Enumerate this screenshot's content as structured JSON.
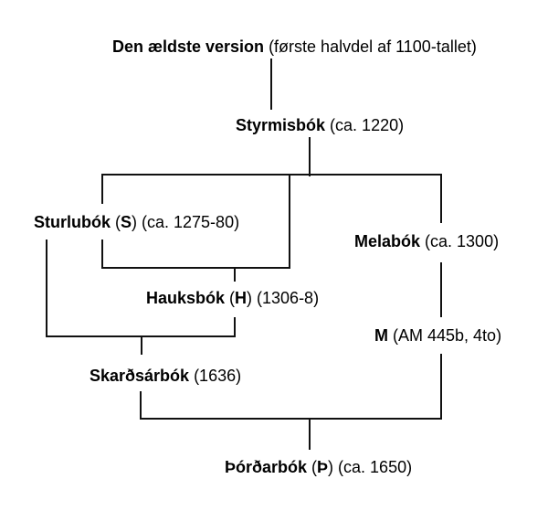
{
  "diagram": {
    "description": "Stemma (manuscript family tree) of versions of an Icelandic text",
    "background_color": "#ffffff",
    "line_color": "#111111",
    "text_color": "#000000"
  },
  "nodes": {
    "oldest": {
      "name": "Den ældste version",
      "open": "",
      "sigil": "",
      "close": " (første halvdel af 1100-tallet)"
    },
    "styrmisbok": {
      "name": "Styrmisbók",
      "open": "",
      "sigil": "",
      "close": " (ca. 1220)"
    },
    "sturlubok": {
      "name": "Sturlubók",
      "open": " (",
      "sigil": "S",
      "close": ") (ca. 1275-80)"
    },
    "melabok": {
      "name": "Melabók",
      "open": "",
      "sigil": "",
      "close": " (ca. 1300)"
    },
    "hauksbok": {
      "name": "Hauksbók",
      "open": " (",
      "sigil": "H",
      "close": ") (1306-8)"
    },
    "m": {
      "name": "M",
      "open": "",
      "sigil": "",
      "close": " (AM 445b, 4to)"
    },
    "skardsarbok": {
      "name": "Skarðsárbók",
      "open": "",
      "sigil": "",
      "close": " (1636)"
    },
    "thordarbok": {
      "name": "Þórðarbók",
      "open": " (",
      "sigil": "Þ",
      "close": ") (ca. 1650)"
    }
  },
  "edges": [
    {
      "from": "oldest",
      "to": "styrmisbok"
    },
    {
      "from": "styrmisbok",
      "to": "sturlubok"
    },
    {
      "from": "styrmisbok",
      "to": "melabok"
    },
    {
      "from": "styrmisbok",
      "to": "hauksbok"
    },
    {
      "from": "sturlubok",
      "to": "hauksbok"
    },
    {
      "from": "sturlubok",
      "to": "skardsarbok"
    },
    {
      "from": "hauksbok",
      "to": "skardsarbok"
    },
    {
      "from": "melabok",
      "to": "m"
    },
    {
      "from": "skardsarbok",
      "to": "thordarbok"
    },
    {
      "from": "m",
      "to": "thordarbok"
    }
  ]
}
